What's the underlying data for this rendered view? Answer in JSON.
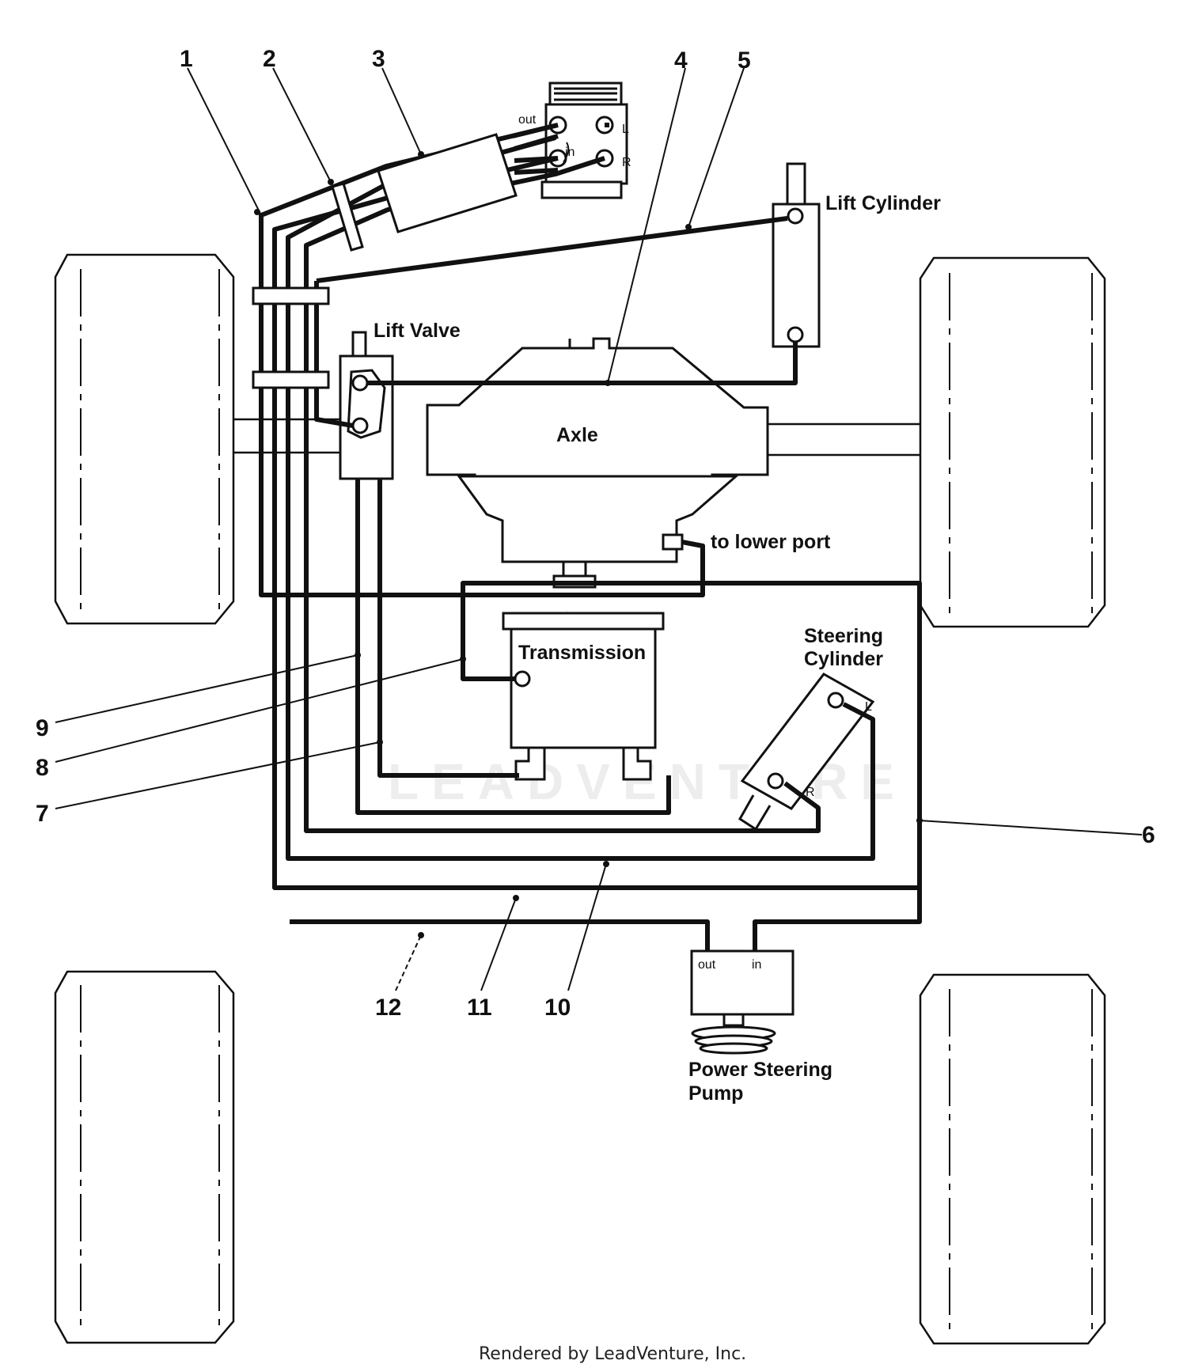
{
  "labels": {
    "lift_cylinder": "Lift Cylinder",
    "lift_valve": "Lift Valve",
    "axle": "Axle",
    "to_lower_port": "to lower port",
    "transmission": "Transmission",
    "steering_cylinder_line1": "Steering",
    "steering_cylinder_line2": "Cylinder",
    "power_steering_pump_line1": "Power Steering",
    "power_steering_pump_line2": "Pump"
  },
  "ports": {
    "valve_out": "out",
    "valve_in": "in",
    "valve_l": "L",
    "valve_r": "R",
    "cyl_l": "L",
    "cyl_r": "R",
    "pump_out": "out",
    "pump_in": "in"
  },
  "callouts": [
    "1",
    "2",
    "3",
    "4",
    "5",
    "6",
    "7",
    "8",
    "9",
    "10",
    "11",
    "12"
  ],
  "watermark": "LEADVENTURE",
  "footer": "Rendered by LeadVenture, Inc."
}
